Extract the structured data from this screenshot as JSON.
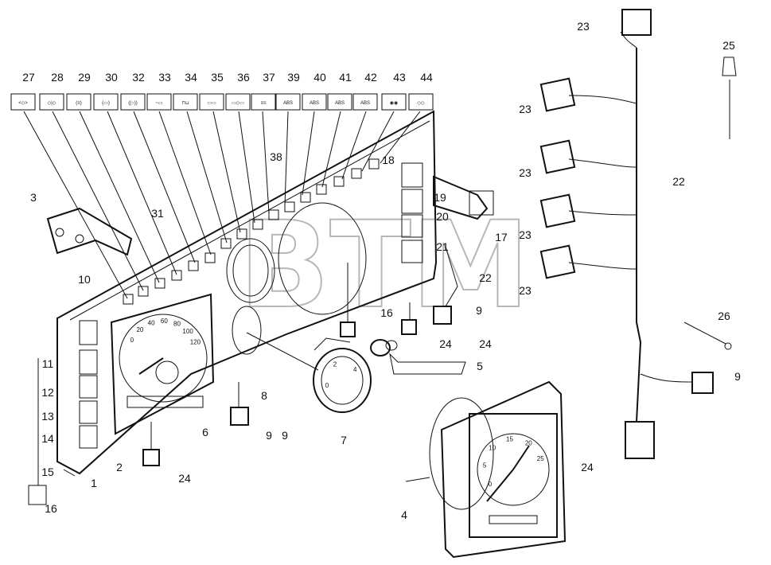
{
  "watermark": "BTM",
  "icon_strip": [
    {
      "num": "27",
      "glyph": "<◇>"
    },
    {
      "num": "28",
      "glyph": "◇|◇"
    },
    {
      "num": "29",
      "glyph": "(≡)"
    },
    {
      "num": "30",
      "glyph": "(▭)"
    },
    {
      "num": "32",
      "glyph": "((○))"
    },
    {
      "num": "33",
      "glyph": "~▭"
    },
    {
      "num": "34",
      "glyph": "⊓⊔"
    },
    {
      "num": "35",
      "glyph": "▭▭"
    },
    {
      "num": "36",
      "glyph": "▭◇▭"
    },
    {
      "num": "37",
      "glyph": "≡≡"
    },
    {
      "num": "39",
      "glyph": "ABS"
    },
    {
      "num": "40",
      "glyph": "ABS"
    },
    {
      "num": "41",
      "glyph": "ABS"
    },
    {
      "num": "42",
      "glyph": "ABS"
    },
    {
      "num": "43",
      "glyph": "◉◉"
    },
    {
      "num": "44",
      "glyph": "◇◇"
    }
  ],
  "callouts": [
    "1",
    "2",
    "3",
    "4",
    "5",
    "6",
    "7",
    "8",
    "9",
    "9",
    "9",
    "9",
    "10",
    "11",
    "12",
    "13",
    "14",
    "15",
    "16",
    "16",
    "17",
    "18",
    "19",
    "20",
    "21",
    "22",
    "22",
    "23",
    "23",
    "23",
    "23",
    "23",
    "24",
    "24",
    "24",
    "24",
    "25",
    "26",
    "31",
    "38"
  ],
  "speedometer_ticks": [
    "0",
    "20",
    "40",
    "60",
    "80",
    "100",
    "120"
  ],
  "tacho_ticks": [
    "0",
    "5",
    "10",
    "15",
    "20",
    "25"
  ],
  "gauge_ticks": [
    "0",
    "2",
    "4"
  ]
}
